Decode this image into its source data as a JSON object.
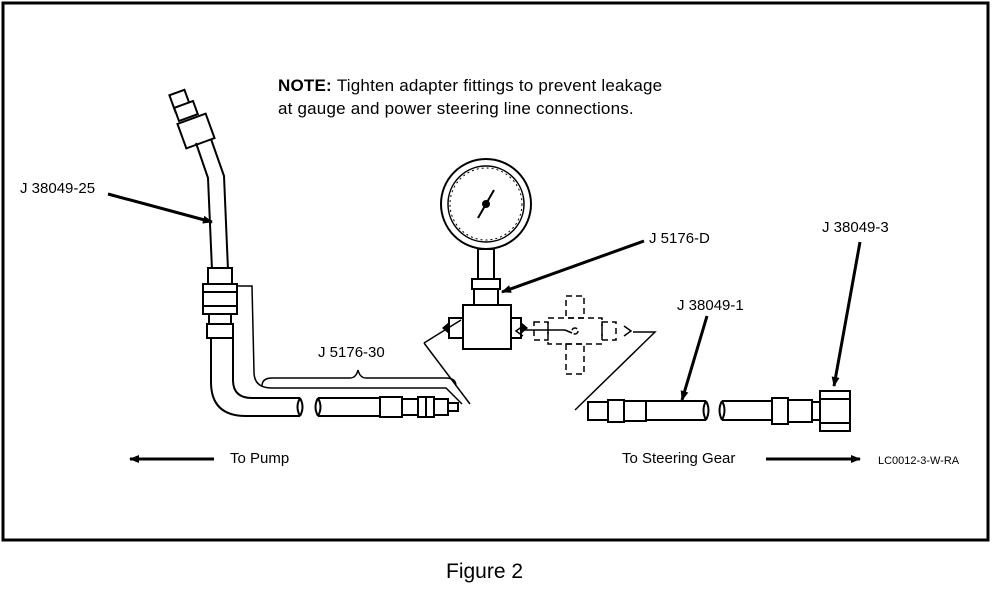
{
  "note": {
    "prefix": "NOTE:",
    "line1": "Tighten adapter fittings to prevent leakage",
    "line2": "at gauge and power steering line connections."
  },
  "labels": {
    "hose_upper": "J 38049-25",
    "gauge": "J 5176-D",
    "adapter_right": "J 38049-3",
    "hose_right": "J 38049-1",
    "hose_left": "J 5176-30"
  },
  "directions": {
    "to_pump": "To Pump",
    "to_steering_gear": "To Steering Gear"
  },
  "code": "LC0012-3-W-RA",
  "caption": "Figure 2"
}
